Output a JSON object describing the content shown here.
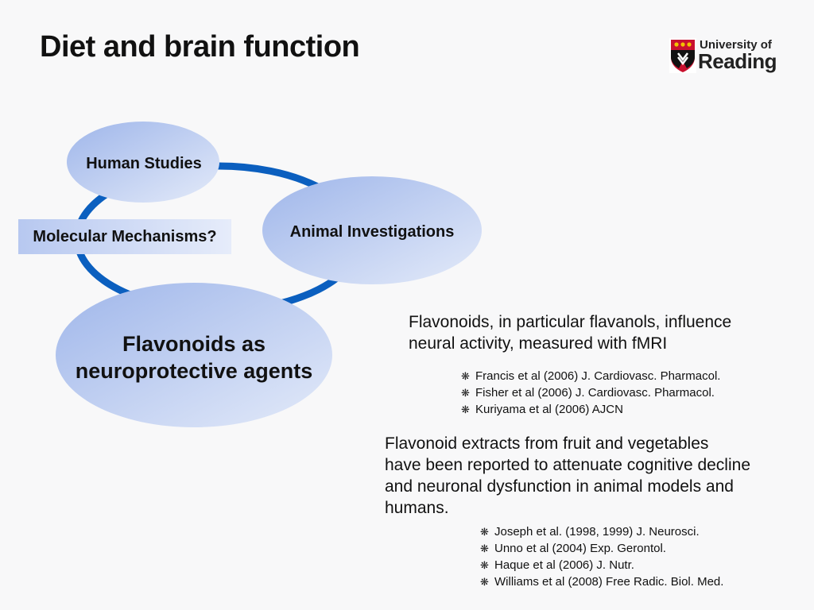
{
  "slide": {
    "title": "Diet and brain function"
  },
  "logo": {
    "line1": "University of",
    "line2": "Reading",
    "colors": {
      "shield_red": "#c8102e",
      "shield_black": "#111111",
      "shield_gold": "#f2c200"
    }
  },
  "diagram": {
    "nodes": {
      "human": "Human Studies",
      "animal": "Animal Investigations",
      "molecular": "Molecular Mechanisms?",
      "flavonoids_line1": "Flavonoids as",
      "flavonoids_line2": "neuroprotective  agents"
    },
    "colors": {
      "ring": "#0b5fbf",
      "node_light": "#dde6f8",
      "node_dark": "#a3bbec"
    }
  },
  "findings": [
    {
      "lines": [
        "Flavonoids, in particular flavanols, influence",
        "neural activity, measured with fMRI"
      ],
      "references": [
        "Francis et al (2006) J. Cardiovasc. Pharmacol.",
        "Fisher et al (2006) J. Cardiovasc. Pharmacol.",
        "Kuriyama et al (2006) AJCN"
      ]
    },
    {
      "lines": [
        "Flavonoid extracts from fruit and vegetables",
        "have been reported to attenuate cognitive decline",
        "and neuronal dysfunction in animal models and",
        "humans."
      ],
      "references": [
        "Joseph et al. (1998, 1999)  J. Neurosci.",
        "Unno et al (2004) Exp. Gerontol.",
        "Haque et al (2006) J. Nutr.",
        "Williams et al (2008) Free Radic. Biol. Med."
      ]
    }
  ],
  "bullet_glyph": "❋"
}
